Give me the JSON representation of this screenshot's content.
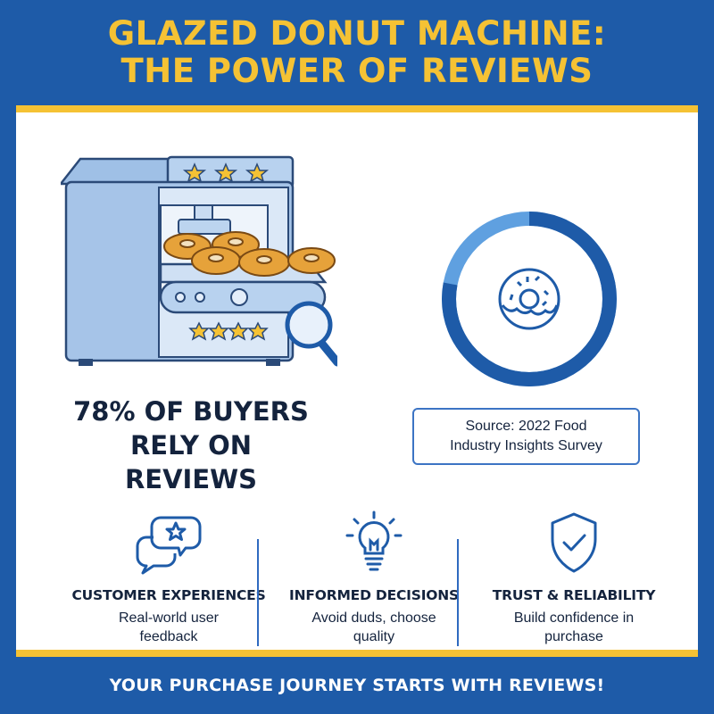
{
  "header": {
    "title_line1": "GLAZED DONUT MACHINE:",
    "title_line2": "THE POWER OF REVIEWS"
  },
  "stat": {
    "line1": "78% OF BUYERS",
    "line2": "RELY ON REVIEWS"
  },
  "source": {
    "line1": "Source: 2022 Food",
    "line2": "Industry Insights Survey"
  },
  "ring": {
    "value_percent": 78,
    "colors": {
      "main": "#1e5ba8",
      "rest": "#5fa0e0"
    }
  },
  "features": [
    {
      "icon": "chat-star-icon",
      "heading": "CUSTOMER EXPERIENCES",
      "desc": "Real-world user feedback"
    },
    {
      "icon": "lightbulb-icon",
      "heading": "INFORMED DECISIONS",
      "desc": "Avoid duds, choose quality"
    },
    {
      "icon": "shield-check-icon",
      "heading": "TRUST & RELIABILITY",
      "desc": "Build confidence in purchase"
    }
  ],
  "footer": {
    "text": "YOUR PURCHASE JOURNEY STARTS WITH REVIEWS!"
  },
  "colors": {
    "brand_blue": "#1e5ba8",
    "accent_yellow": "#f5c234",
    "text_dark": "#14233d"
  }
}
